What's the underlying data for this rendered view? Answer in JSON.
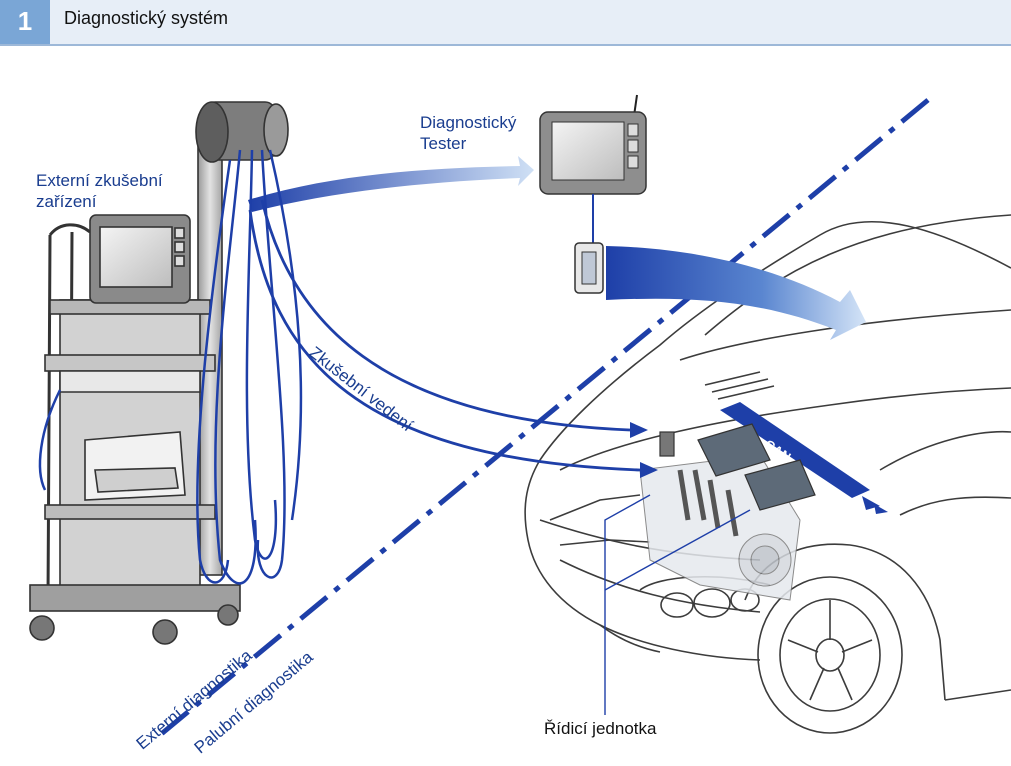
{
  "header": {
    "figure_number": "1",
    "title": "Diagnostický systém"
  },
  "labels": {
    "external_equipment_line1": "Externí zkušební",
    "external_equipment_line2": "zařízení",
    "tester_line1": "Diagnostický",
    "tester_line2": "Tester",
    "test_cables": "Zkušební vedení",
    "external_diagnostics": "Externí diagnostika",
    "onboard_diagnostics": "Palubní diagnostika",
    "control_unit": "Řídicí jednotka",
    "can_bus": "CAN"
  },
  "colors": {
    "accent_blue": "#1e3fa8",
    "header_blue": "#7aa6d6",
    "label_blue": "#1a3d8f",
    "line_gray": "#3c3c3c"
  }
}
